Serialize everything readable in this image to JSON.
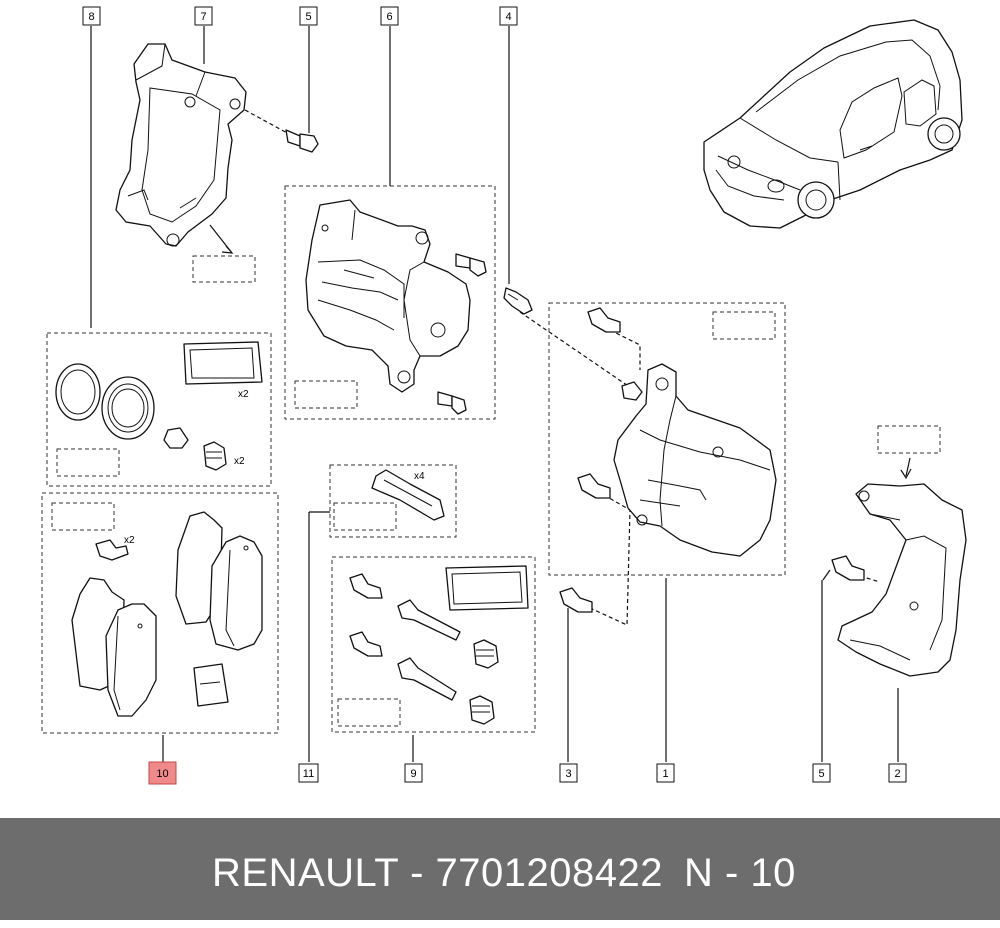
{
  "callouts": [
    {
      "id": "8",
      "label": "8",
      "highlight": false
    },
    {
      "id": "7",
      "label": "7",
      "highlight": false
    },
    {
      "id": "5a",
      "label": "5",
      "highlight": false
    },
    {
      "id": "6",
      "label": "6",
      "highlight": false
    },
    {
      "id": "4",
      "label": "4",
      "highlight": false
    },
    {
      "id": "10",
      "label": "10",
      "highlight": true
    },
    {
      "id": "11",
      "label": "11",
      "highlight": false
    },
    {
      "id": "9",
      "label": "9",
      "highlight": false
    },
    {
      "id": "3",
      "label": "3",
      "highlight": false
    },
    {
      "id": "1",
      "label": "1",
      "highlight": false
    },
    {
      "id": "5b",
      "label": "5",
      "highlight": false
    },
    {
      "id": "2",
      "label": "2",
      "highlight": false
    }
  ],
  "quantities": {
    "seal_dust_boot": "x2",
    "seal_bleed_cap": "x2",
    "pad_bolts": "x2",
    "clips": "x4"
  },
  "colors": {
    "highlight": "#f08a8a",
    "footer_bg": "#6d6d6d",
    "footer_text": "#ffffff"
  },
  "footer": {
    "brand_part": "RENAULT - 7701208422",
    "ref": "N - 10"
  }
}
